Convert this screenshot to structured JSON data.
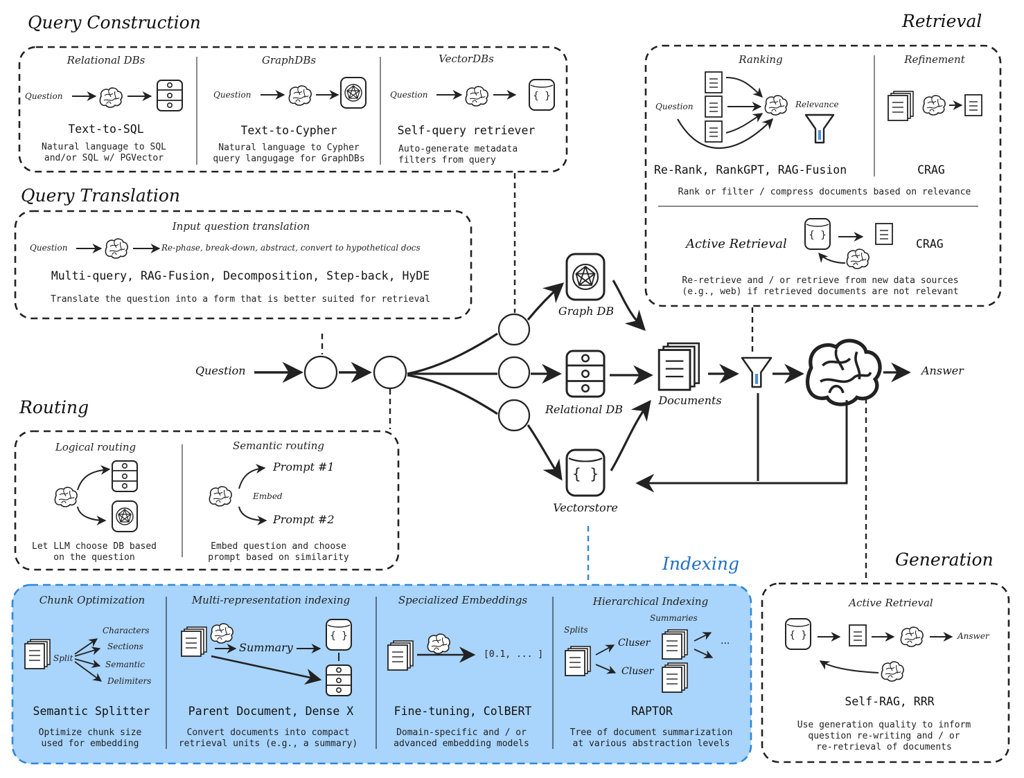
{
  "sections": {
    "query_construction": "Query Construction",
    "query_translation": "Query Translation",
    "routing": "Routing",
    "retrieval": "Retrieval",
    "indexing": "Indexing",
    "generation": "Generation"
  },
  "query_construction": {
    "relational": {
      "title": "Relational DBs",
      "input": "Question",
      "tech": "Text-to-SQL",
      "desc_1": "Natural language to SQL",
      "desc_2": "and/or SQL w/ PGVector"
    },
    "graph": {
      "title": "GraphDBs",
      "input": "Question",
      "tech": "Text-to-Cypher",
      "desc_1": "Natural language to Cypher",
      "desc_2": "query langugage for GraphDBs"
    },
    "vector": {
      "title": "VectorDBs",
      "input": "Question",
      "tech": "Self-query retriever",
      "desc_1": "Auto-generate metadata",
      "desc_2": "filters from query"
    }
  },
  "query_translation": {
    "title": "Input question translation",
    "input": "Question",
    "output": "Re-phase, break-down, abstract, convert to hypothetical docs",
    "tech": "Multi-query, RAG-Fusion, Decomposition, Step-back, HyDE",
    "desc": "Translate the question into a form that is better suited for retrieval"
  },
  "routing": {
    "logical": {
      "title": "Logical routing",
      "desc_1": "Let LLM choose DB based",
      "desc_2": "on the question"
    },
    "semantic": {
      "title": "Semantic routing",
      "prompt_1": "Prompt #1",
      "prompt_2": "Prompt #2",
      "embed": "Embed",
      "desc_1": "Embed question and choose",
      "desc_2": "prompt based on similarity"
    }
  },
  "retrieval": {
    "ranking": {
      "title": "Ranking",
      "input": "Question",
      "relevance": "Relevance",
      "tech": "Re-Rank, RankGPT, RAG-Fusion"
    },
    "refinement": {
      "title": "Refinement",
      "tech": "CRAG"
    },
    "rank_desc": "Rank or filter / compress documents based on relevance",
    "active": {
      "title": "Active Retrieval",
      "tech": "CRAG",
      "desc_1": "Re-retrieve and / or retrieve from new data sources",
      "desc_2": "(e.g., web) if retrieved documents are not relevant"
    }
  },
  "center": {
    "question": "Question",
    "graph_db": "Graph DB",
    "relational_db": "Relational DB",
    "vectorstore": "Vectorstore",
    "documents": "Documents",
    "answer": "Answer"
  },
  "indexing": {
    "chunk": {
      "title": "Chunk Optimization",
      "split": "Split",
      "items": [
        "Characters",
        "Sections",
        "Semantic",
        "Delimiters"
      ],
      "tech": "Semantic Splitter",
      "desc_1": "Optimize chunk size",
      "desc_2": "used for embedding"
    },
    "multi": {
      "title": "Multi-representation indexing",
      "summary": "Summary",
      "tech": "Parent Document, Dense X",
      "desc_1": "Convert documents into compact",
      "desc_2": "retrieval units (e.g., a summary)"
    },
    "specialized": {
      "title": "Specialized Embeddings",
      "vector": "[0.1, ... ]",
      "tech": "Fine-tuning, ColBERT",
      "desc_1": "Domain-specific and / or",
      "desc_2": "advanced embedding models"
    },
    "hierarchical": {
      "title": "Hierarchical Indexing",
      "summaries": "Summaries",
      "splits": "Splits",
      "cluster_1": "Cluser",
      "cluster_2": "Cluser",
      "ellipsis": "...",
      "tech": "RAPTOR",
      "desc_1": "Tree of document summarization",
      "desc_2": "at various abstraction levels"
    }
  },
  "generation": {
    "title": "Active Retrieval",
    "answer": "Answer",
    "tech": "Self-RAG, RRR",
    "desc_1": "Use generation quality to inform",
    "desc_2": "question re-writing and / or",
    "desc_3": "re-retrieval of documents"
  },
  "colors": {
    "ink": "#222222",
    "indexing_fill": "#a9d4fb",
    "indexing_border": "#2f86d9",
    "indexing_title": "#1f6fc4",
    "filter_core": "#4a90d9"
  }
}
